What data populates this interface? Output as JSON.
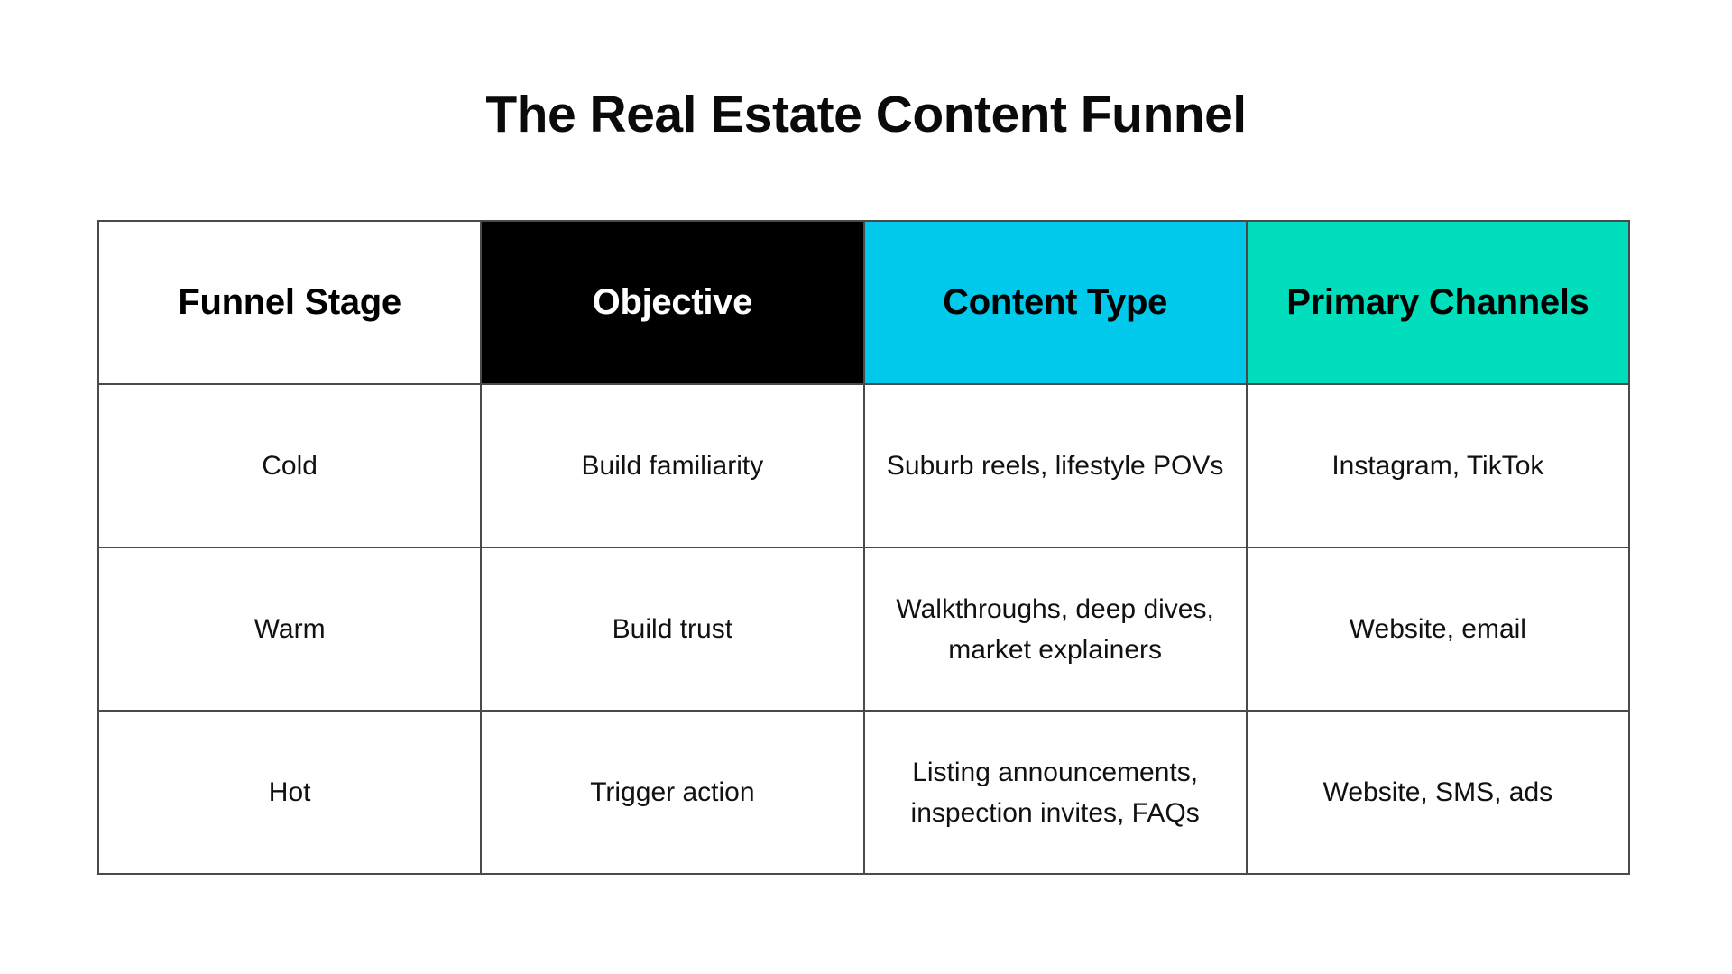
{
  "chart_data": {
    "type": "table",
    "title": "The Real Estate Content Funnel",
    "columns": [
      "Funnel Stage",
      "Objective",
      "Content Type",
      "Primary Channels"
    ],
    "rows": [
      [
        "Cold",
        "Build familiarity",
        "Suburb reels, lifestyle POVs",
        "Instagram, TikTok"
      ],
      [
        "Warm",
        "Build trust",
        "Walkthroughs, deep dives, market explainers",
        "Website, email"
      ],
      [
        "Hot",
        "Trigger action",
        "Listing announcements, inspection invites, FAQs",
        "Website, SMS, ads"
      ]
    ],
    "header_styles": [
      {
        "bg": "#ffffff",
        "color": "#000000"
      },
      {
        "bg": "#000000",
        "color": "#ffffff"
      },
      {
        "bg": "#00c9ec",
        "color": "#000000"
      },
      {
        "bg": "#00debb",
        "color": "#000000"
      }
    ],
    "layout": {
      "grid": "on",
      "border_color": "#4a4a4a",
      "background": "#ffffff"
    }
  }
}
